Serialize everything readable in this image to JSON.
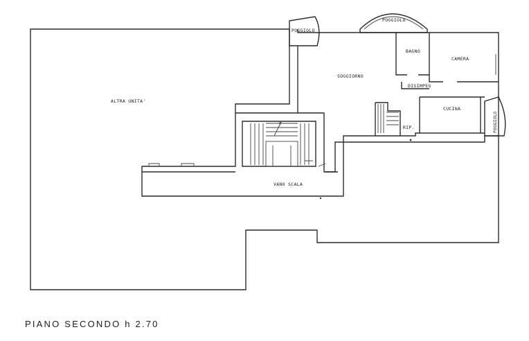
{
  "floor_title": "PIANO SECONDO h 2.70",
  "rooms": {
    "altra_unita": "ALTRA UNITA'",
    "soggiorno": "SOGGIORNO",
    "bagno": "BAGNO",
    "camera": "CAMERA",
    "disimpegno": "DISIMPEG",
    "cucina": "CUCINA",
    "rip": "RIP.",
    "vano_scala": "VANO SCALA",
    "poggiolo_left": "POGGIOLO",
    "poggiolo_top": "POGGIOLO",
    "poggiolo_right": "POGGIOLO"
  }
}
